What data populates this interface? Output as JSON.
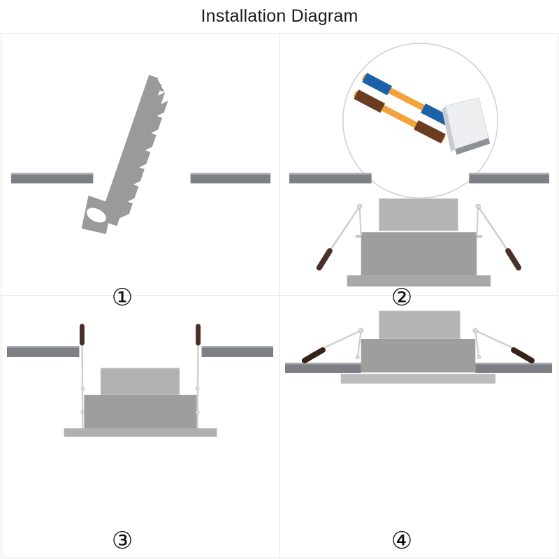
{
  "header": {
    "title": "Installation Diagram"
  },
  "colors": {
    "background": "#ffffff",
    "panel_border": "#e3e3e3",
    "ceiling": "#7d7f85",
    "ceiling_highlight": "#a9abb0",
    "fixture_body": "#9e9e9e",
    "fixture_driver": "#b4b4b4",
    "fixture_trim": "#bdbdbd",
    "saw": "#9a9a9a",
    "spring_wire": "#cfcfcf",
    "spring_tip": "#4a3128",
    "wire_blue": "#1c62a8",
    "wire_brown": "#6b3c21",
    "wire_orange": "#f2a33c",
    "terminal_block": "#eceef0",
    "terminal_block_shadow": "#8d9095",
    "magnifier_outline": "#d2d2d2",
    "number_text": "#111111"
  },
  "panels": [
    {
      "id": "panel-1",
      "step_label": "①",
      "name": "cut-ceiling-opening",
      "elements": [
        "ceiling-left",
        "ceiling-right",
        "handsaw"
      ]
    },
    {
      "id": "panel-2",
      "step_label": "②",
      "name": "connect-wiring",
      "elements": [
        "magnifier-circle",
        "wire-blue",
        "wire-brown",
        "wire-orange",
        "terminal-block",
        "ceiling-left",
        "ceiling-right",
        "downlight-fixture",
        "spring-clip-left",
        "spring-clip-right"
      ]
    },
    {
      "id": "panel-3",
      "step_label": "③",
      "name": "insert-fixture",
      "elements": [
        "ceiling-left",
        "ceiling-right",
        "downlight-fixture",
        "spring-clip-left-vertical",
        "spring-clip-right-vertical"
      ]
    },
    {
      "id": "panel-4",
      "step_label": "④",
      "name": "seat-fixture",
      "elements": [
        "ceiling-left",
        "ceiling-right",
        "downlight-fixture",
        "spring-clip-left-clamped",
        "spring-clip-right-clamped",
        "trim-flange"
      ]
    }
  ]
}
